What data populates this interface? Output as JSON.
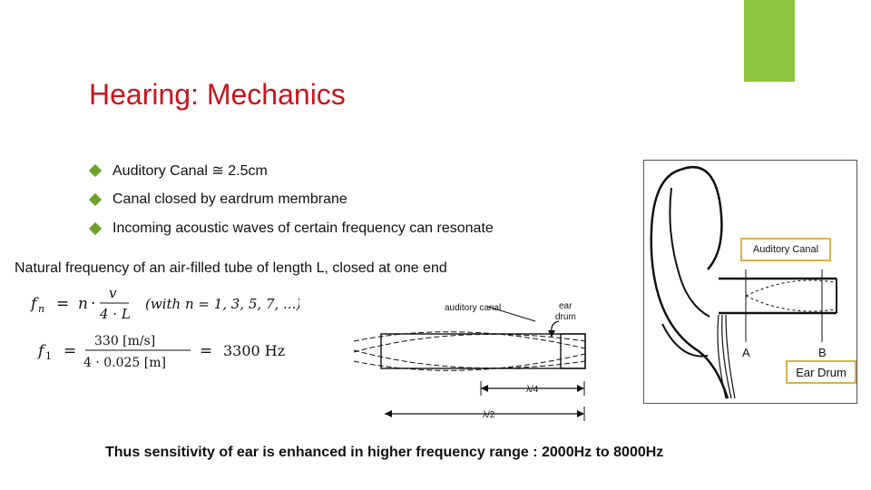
{
  "slide": {
    "title": "Hearing: Mechanics",
    "bullets": [
      "Auditory Canal ≅ 2.5cm",
      "Canal closed by eardrum membrane",
      "Incoming acoustic waves of certain frequency can resonate"
    ],
    "subheading": "Natural frequency of an air-filled tube of length L, closed at one end",
    "conclusion": "Thus sensitivity of ear is enhanced in higher frequency range : 2000Hz to 8000Hz"
  },
  "formulas": {
    "general": {
      "lhs": "f",
      "lhs_sub": "n",
      "eq": "=",
      "n": "n",
      "dot": "·",
      "numerator": "v",
      "denominator": "4 · L",
      "condition": "(with n = 1, 3, 5, 7, ...)"
    },
    "first": {
      "lhs": "f",
      "lhs_sub": "1",
      "eq": "=",
      "numerator": "330 [m/s]",
      "denominator": "4 · 0.025 [m]",
      "eq2": "=",
      "result": "3300 Hz"
    }
  },
  "diagram": {
    "label_auditory_canal": "auditory  canal",
    "label_ear": "ear",
    "label_drum": "drum",
    "label_quarter_wave": "λ/4",
    "label_half_wave": "λ/2"
  },
  "ear_figure": {
    "point_a": "A",
    "point_b": "B",
    "canal_label": "Auditory Canal",
    "drum_label": "Ear Drum"
  },
  "colors": {
    "title": "#c8161d",
    "accent": "#8cc63f",
    "bullet": "#6aa329",
    "label_border": "#d8b24a"
  }
}
